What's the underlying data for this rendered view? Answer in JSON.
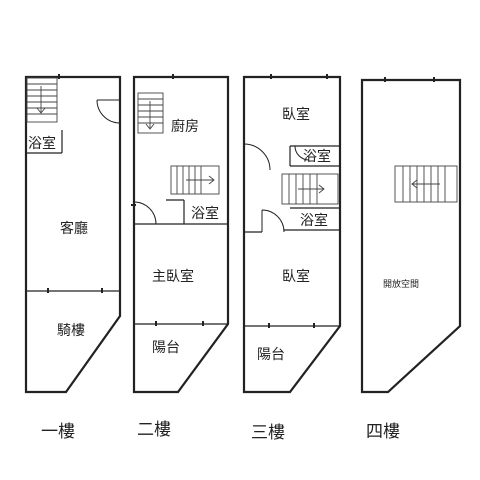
{
  "floors": {
    "f1": {
      "name": "一樓",
      "rooms": {
        "bath": "浴室",
        "living": "客廳",
        "arcade": "騎樓"
      }
    },
    "f2": {
      "name": "二樓",
      "rooms": {
        "kitchen": "廚房",
        "bath": "浴室",
        "master": "主臥室",
        "balcony": "陽台"
      }
    },
    "f3": {
      "name": "三樓",
      "rooms": {
        "bedroom_top": "臥室",
        "bath_top": "浴室",
        "bath_mid": "浴室",
        "bedroom_main": "臥室",
        "balcony": "陽台"
      }
    },
    "f4": {
      "name": "四樓",
      "rooms": {
        "open_space": "開放空間"
      }
    }
  }
}
